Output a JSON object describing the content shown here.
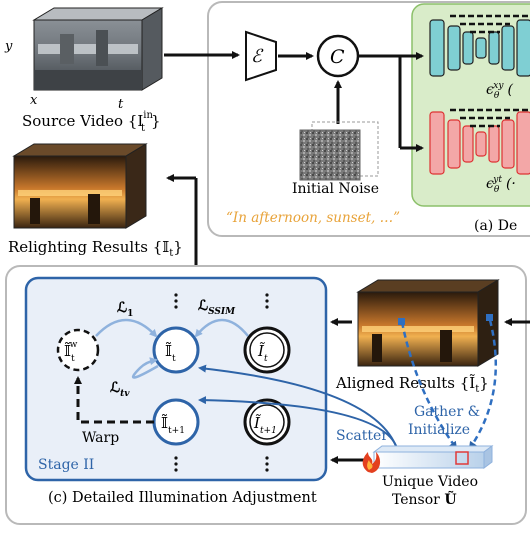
{
  "source_video": {
    "axis_y": "y",
    "axis_x": "x",
    "axis_t": "t",
    "caption": "Source Video {I",
    "caption_sup": "in",
    "caption_sub": "t",
    "caption_end": "}"
  },
  "encoder": {
    "symbol": "ℰ"
  },
  "concat": {
    "symbol": "C"
  },
  "initial_noise": {
    "label": "Initial Noise"
  },
  "prompt": {
    "text": "“In afternoon, sunset, …”"
  },
  "panel_a": {
    "caption": "(a) De"
  },
  "denoiser_xy": {
    "label": "ϵ",
    "sub": "θ",
    "sup": "xy",
    "tail": "("
  },
  "denoiser_yt": {
    "label": "ϵ",
    "sub": "θ",
    "sup": "yt",
    "tail": "(·"
  },
  "relighting": {
    "caption": "Relighting Results {𝕀",
    "caption_sub": "t",
    "caption_end": "}"
  },
  "aligned": {
    "caption": "Aligned Results {Ĩ",
    "caption_sub": "t",
    "caption_end": "}"
  },
  "stage2": {
    "title": "Stage II",
    "loss_l1": "ℒ",
    "loss_l1_sub": "1",
    "loss_ssim": "ℒ",
    "loss_ssim_sub": "SSIM",
    "loss_tv": "ℒ",
    "loss_tv_sub": "tv",
    "warp": "Warp",
    "node_warped": "𝕀̃",
    "node_warped_sub": "t",
    "node_warped_sup": "w",
    "node_it": "𝕀̃",
    "node_it_sub": "t",
    "node_itilde": "Ĩ",
    "node_itilde_sub": "t",
    "node_it1": "𝕀̃",
    "node_it1_sub": "t+1",
    "node_itilde1": "Ĩ",
    "node_itilde1_sub": "t+1"
  },
  "scatter": {
    "label": "Scatter"
  },
  "gather": {
    "line1": "Gather &",
    "line2": "Initialize"
  },
  "tensor": {
    "line1": "Unique Video",
    "line2": "Tensor ",
    "symbol": "Ũ"
  },
  "panel_c": {
    "caption": "(c) Detailed Illumination Adjustment"
  },
  "colors": {
    "stage_blue": "#2e64a8",
    "stage_fill": "#e9eff8",
    "green_fill": "#d9ecc9",
    "green_border": "#8cc06a",
    "teal_block": "#7fcfd3",
    "pink_block": "#f3a7a7",
    "prompt_orange": "#e8a33a",
    "dashed_blue": "#2f6fc1",
    "tensor_fill": "#c9dcef"
  }
}
